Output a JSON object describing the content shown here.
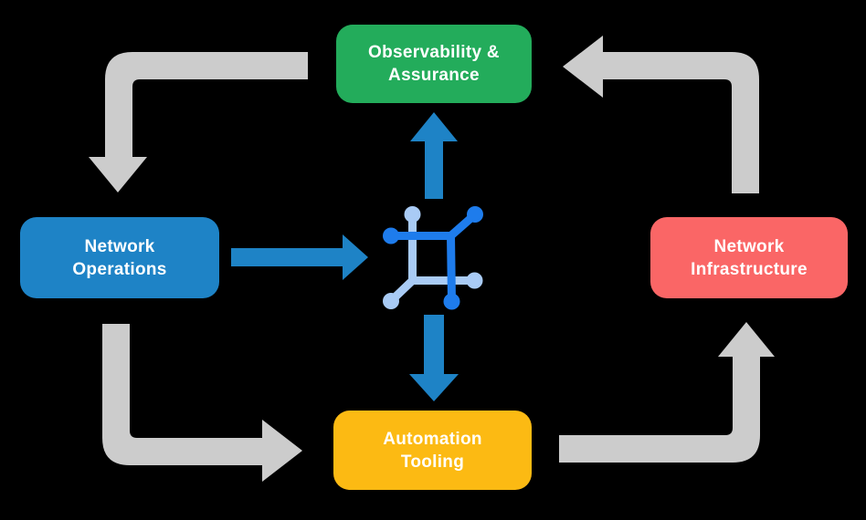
{
  "background_color": "#000000",
  "colors": {
    "arrow_gray": "#CCCCCC",
    "arrow_blue": "#1E83C6",
    "icon_dark_blue": "#1E7CEC",
    "icon_light_blue": "#A9CBF5",
    "label_text": "#FFFFFF"
  },
  "nodes": {
    "observability": {
      "label": "Observability &\nAssurance",
      "color": "#23AC5B"
    },
    "network_operations": {
      "label": "Network\nOperations",
      "color": "#1E83C6"
    },
    "network_infrastructure": {
      "label": "Network\nInfrastructure",
      "color": "#FA6666"
    },
    "automation_tooling": {
      "label": "Automation\nTooling",
      "color": "#FCBA13"
    }
  },
  "flows": {
    "outer_cycle": [
      {
        "from": "Observability & Assurance",
        "to": "Network Operations"
      },
      {
        "from": "Network Operations",
        "to": "Automation Tooling"
      },
      {
        "from": "Automation Tooling",
        "to": "Network Infrastructure"
      },
      {
        "from": "Network Infrastructure",
        "to": "Observability & Assurance"
      }
    ],
    "center_links": [
      {
        "from": "Network Operations",
        "to": "network-node-icon"
      },
      {
        "from": "network-node-icon",
        "to": "Observability & Assurance"
      },
      {
        "from": "network-node-icon",
        "to": "Automation Tooling"
      }
    ]
  },
  "center_icon": {
    "name": "network-node-icon"
  }
}
